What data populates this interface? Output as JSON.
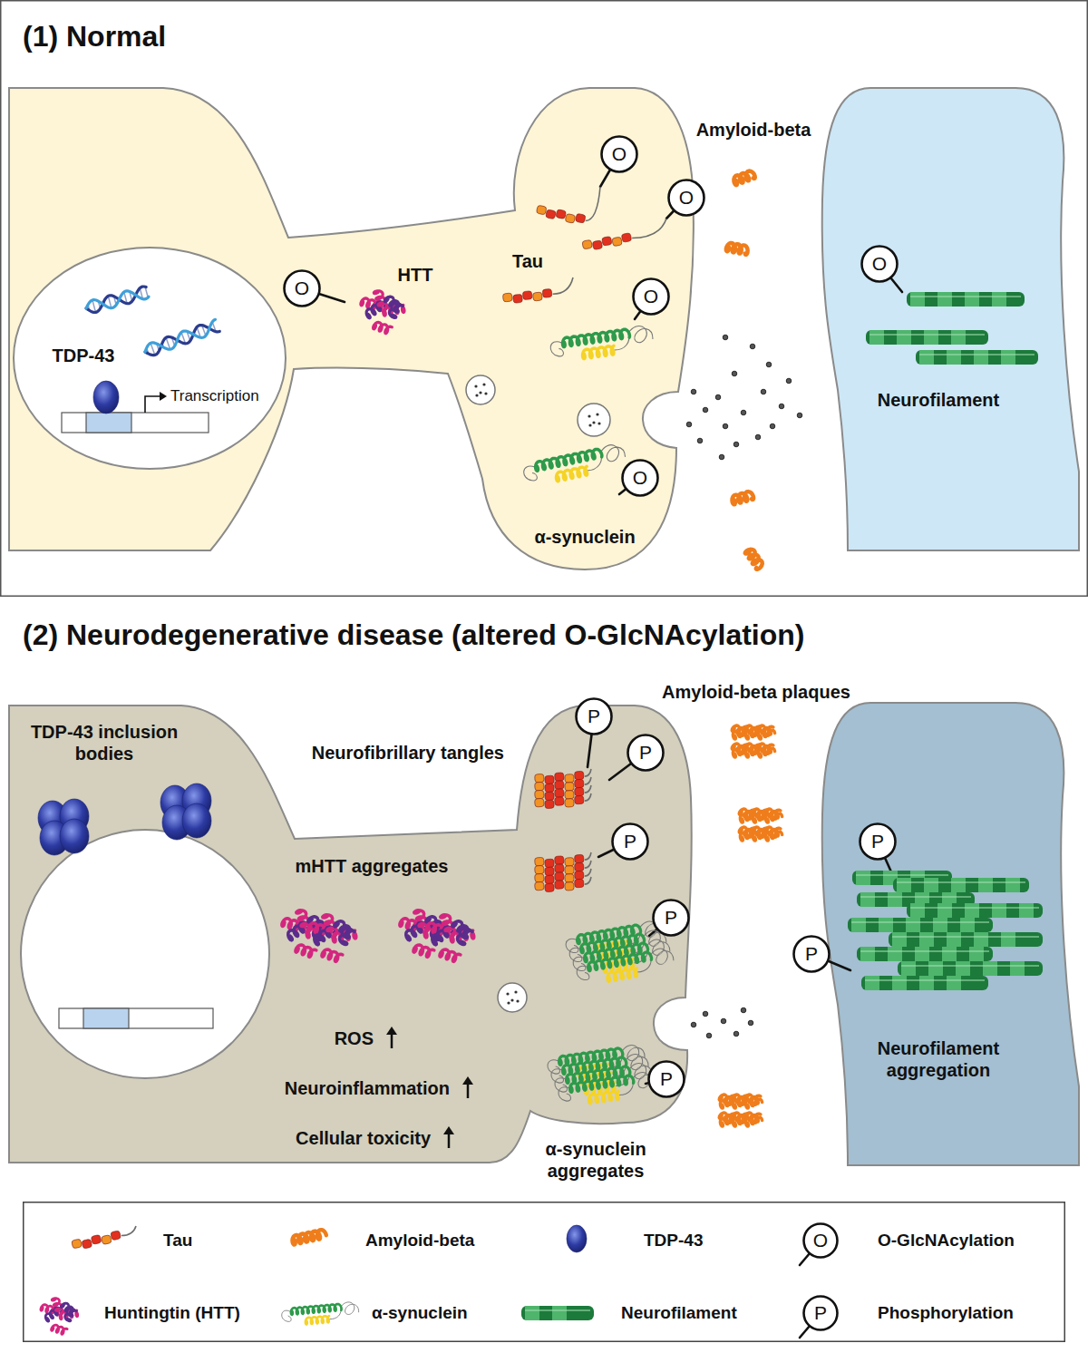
{
  "diagram": {
    "nodes": [
      {
        "text": [
          "(1) Normal"
        ]
      },
      {
        "text": [
          "HTT",
          "Tau",
          "α-synuclein"
        ],
        "in": 0
      },
      {
        "text": [
          "TDP-43",
          "Transcription"
        ],
        "in": 1
      },
      {
        "text": [
          "O"
        ],
        "in": 1
      },
      {
        "text": [
          "O"
        ],
        "in": 1
      },
      {
        "text": [
          "O"
        ],
        "in": 1
      },
      {
        "text": [
          "O"
        ],
        "in": 1
      },
      {
        "text": [
          "O"
        ],
        "in": 1
      },
      {
        "text": [
          "Neurofilament"
        ],
        "in": 0
      },
      {
        "text": [
          "O"
        ],
        "in": 8
      },
      {
        "text": [
          "TDP-43 inclusion bodies",
          "mHTT aggregates",
          "ROS",
          "Neuroinflammation",
          "Cellular toxicity"
        ]
      },
      {
        "text": [
          "P"
        ],
        "in": 10
      },
      {
        "text": [
          "P"
        ],
        "in": 10
      },
      {
        "text": [
          "P"
        ],
        "in": 10
      },
      {
        "text": [
          "P"
        ],
        "in": 10
      },
      {
        "text": [
          "P"
        ],
        "in": 10
      },
      {
        "text": [
          "Neurofilament aggregation"
        ]
      },
      {
        "text": [
          "P"
        ],
        "in": 16
      },
      {
        "text": [
          "P"
        ]
      }
    ],
    "labels": [
      "Amyloid-beta",
      "(2) Neurodegenerative disease (altered O-GlcNAcylation)",
      "Neurofibrillary tangles",
      "Amyloid-beta plaques",
      "α-synuclein aggregates",
      "O",
      "P"
    ],
    "legend": [
      {
        "text": "Tau"
      },
      {
        "text": "Amyloid-beta"
      },
      {
        "text": "TDP-43"
      },
      {
        "text": "O-GlcNAcylation"
      },
      {
        "text": "Huntingtin (HTT)"
      },
      {
        "text": "α-synuclein"
      },
      {
        "text": "Neurofilament"
      },
      {
        "text": "Phosphorylation"
      }
    ]
  }
}
